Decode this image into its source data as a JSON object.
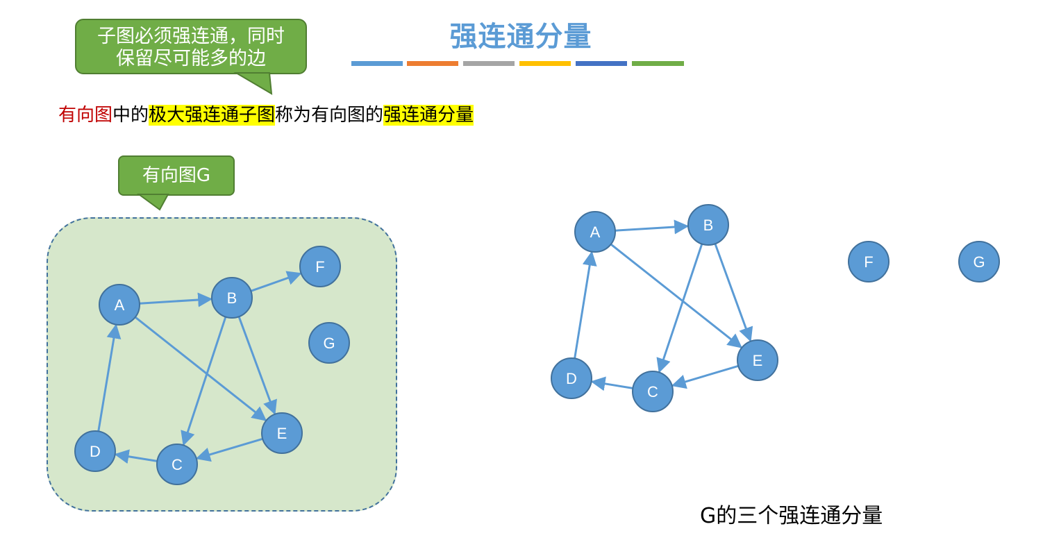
{
  "slide": {
    "title": "强连通分量",
    "title_color": "#5b9bd5",
    "color_bar": [
      "#5b9bd5",
      "#ed7d31",
      "#a5a5a5",
      "#ffc000",
      "#4472c4",
      "#70ad47"
    ]
  },
  "callouts": {
    "note_line1": "子图必须强连通，同时",
    "note_line2": "保留尽可能多的边",
    "graph_label": "有向图G"
  },
  "definition": {
    "part1": "有向图",
    "part2": "中的",
    "part3": "极大强连通子图",
    "part4": "称为有向图的",
    "part5": "强连通分量"
  },
  "left_graph": {
    "nodes": {
      "A": "A",
      "B": "B",
      "C": "C",
      "D": "D",
      "E": "E",
      "F": "F",
      "G": "G"
    },
    "edges": [
      [
        "A",
        "B"
      ],
      [
        "B",
        "F"
      ],
      [
        "A",
        "E"
      ],
      [
        "B",
        "C"
      ],
      [
        "B",
        "E"
      ],
      [
        "E",
        "C"
      ],
      [
        "C",
        "D"
      ],
      [
        "D",
        "A"
      ]
    ]
  },
  "right_graph": {
    "nodes": {
      "A": "A",
      "B": "B",
      "C": "C",
      "D": "D",
      "E": "E",
      "F": "F",
      "G": "G"
    },
    "edges": [
      [
        "A",
        "B"
      ],
      [
        "A",
        "E"
      ],
      [
        "B",
        "C"
      ],
      [
        "B",
        "E"
      ],
      [
        "E",
        "C"
      ],
      [
        "C",
        "D"
      ],
      [
        "D",
        "A"
      ]
    ]
  },
  "caption": "G的三个强连通分量",
  "colors": {
    "node_fill": "#5b9bd5",
    "node_stroke": "#41719c",
    "edge": "#5b9bd5",
    "callout_fill": "#70ad47",
    "panel_fill": "#d6e7cb",
    "highlight": "#ffff00",
    "emphasis_red": "#c00000"
  }
}
